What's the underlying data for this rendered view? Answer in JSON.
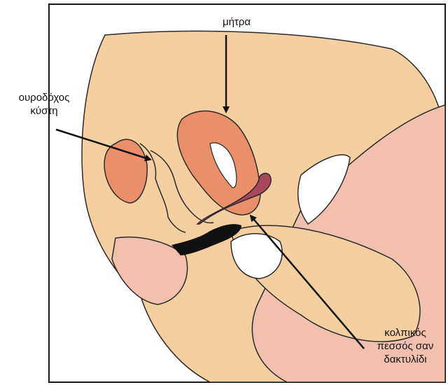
{
  "labels": {
    "uterus": "μήτρα",
    "bladder_line1": "ουροδόχος",
    "bladder_line2": "κύστη",
    "pessary_line1": "κολπικός",
    "pessary_line2": "πεσσός σαν",
    "pessary_line3": "δακτυλίδι"
  },
  "colors": {
    "skin": "#f5cf9f",
    "organ": "#e9906a",
    "organ_dark": "#d87a56",
    "pink": "#f4c0ae",
    "ring": "#a8475c",
    "outline": "#2b2b2b",
    "background": "#ffffff"
  }
}
